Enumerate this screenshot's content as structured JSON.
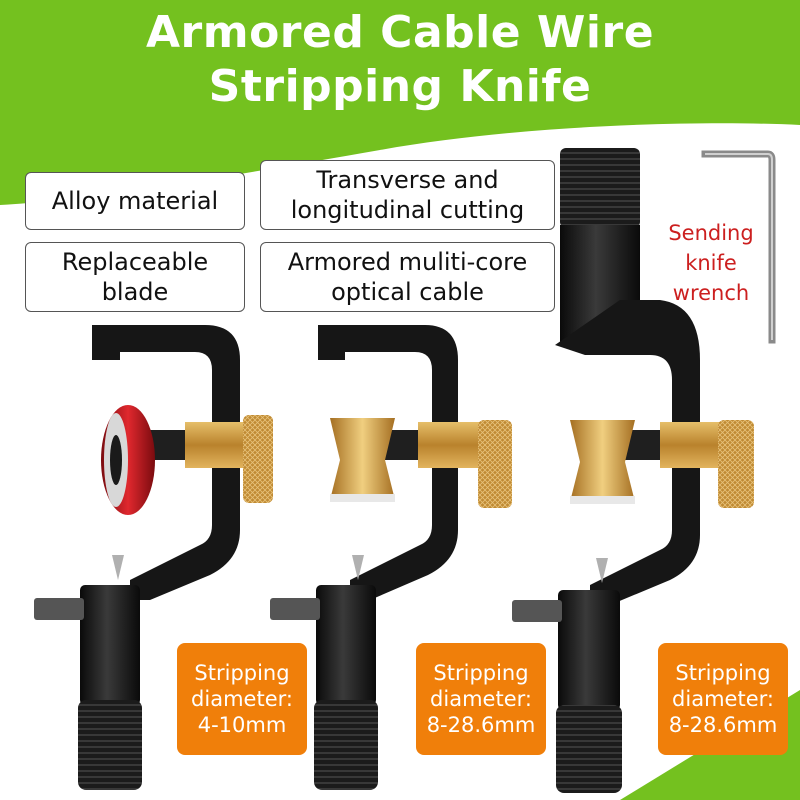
{
  "title": {
    "line1": "Armored Cable Wire",
    "line2": "Stripping Knife"
  },
  "features": [
    {
      "line1": "Alloy material",
      "line2": ""
    },
    {
      "line1": "Transverse and",
      "line2": "longitudinal cutting"
    },
    {
      "line1": "Replaceable",
      "line2": "blade"
    },
    {
      "line1": "Armored muliti-core",
      "line2": "optical cable"
    }
  ],
  "accessory": {
    "line1": "Sending",
    "line2": "knife",
    "line3": "wrench"
  },
  "specs": [
    {
      "line1": "Stripping",
      "line2": "diameter:",
      "line3": "4-10mm"
    },
    {
      "line1": "Stripping",
      "line2": "diameter:",
      "line3": "8-28.6mm"
    },
    {
      "line1": "Stripping",
      "line2": "diameter:",
      "line3": "8-28.6mm"
    }
  ],
  "colors": {
    "brand_green": "#74c11f",
    "spec_orange": "#f07f0a",
    "accessory_red": "#cc1f1f",
    "red_roller": "#c4161c",
    "gold": "#c9953a"
  }
}
